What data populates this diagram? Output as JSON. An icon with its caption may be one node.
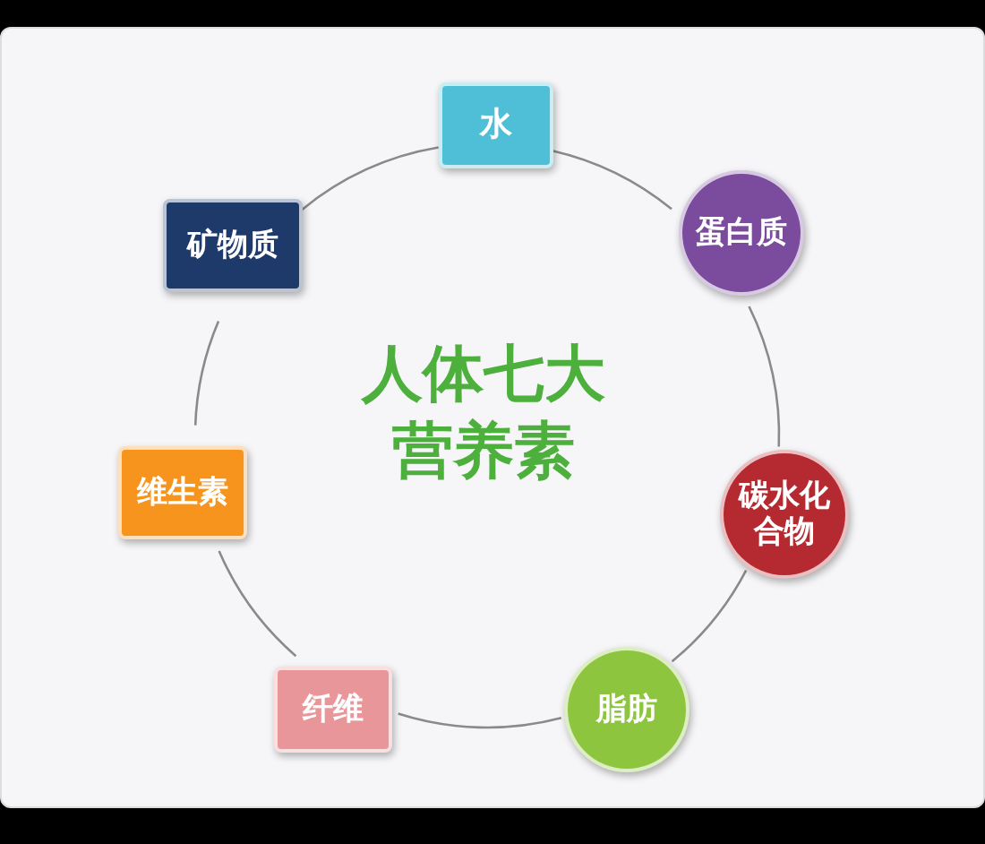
{
  "diagram": {
    "title": "人体七大营养素",
    "nodes": [
      {
        "text": [
          "水"
        ]
      },
      {
        "text": [
          "蛋白质"
        ]
      },
      {
        "text": [
          "碳水化合物"
        ]
      },
      {
        "text": [
          "脂肪"
        ]
      },
      {
        "text": [
          "纤维"
        ]
      },
      {
        "text": [
          "维生素"
        ]
      },
      {
        "text": [
          "矿物质"
        ]
      }
    ],
    "edges": [
      {
        "from": 0,
        "to": 1,
        "arrow": "none"
      },
      {
        "from": 1,
        "to": 2,
        "arrow": "none"
      },
      {
        "from": 2,
        "to": 3,
        "arrow": "none"
      },
      {
        "from": 3,
        "to": 4,
        "arrow": "none"
      },
      {
        "from": 4,
        "to": 5,
        "arrow": "none"
      },
      {
        "from": 5,
        "to": 6,
        "arrow": "none"
      },
      {
        "from": 6,
        "to": 0,
        "arrow": "none"
      }
    ]
  }
}
